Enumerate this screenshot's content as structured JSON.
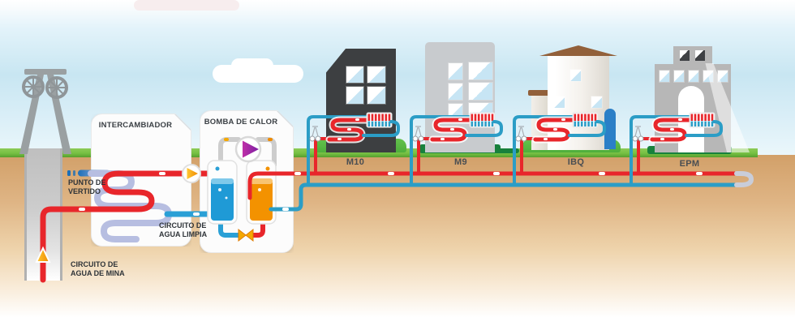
{
  "diagram_title": "Mine water geothermal district heating schematic",
  "labels": {
    "intercambiador": "INTERCAMBIADOR",
    "bomba_de_calor": "BOMBA DE CALOR",
    "punto_de_vertido_line1": "PUNTO DE",
    "punto_de_vertido_line2": "VERTIDO",
    "circuito_agua_limpia_line1": "CIRCUITO DE",
    "circuito_agua_limpia_line2": "AGUA LIMPIA",
    "circuito_agua_mina_line1": "CIRCUITO DE",
    "circuito_agua_mina_line2": "AGUA DE MINA"
  },
  "buildings": [
    {
      "id": "m10",
      "label": "M10"
    },
    {
      "id": "m9",
      "label": "M9"
    },
    {
      "id": "ibq",
      "label": "IBQ"
    },
    {
      "id": "epm",
      "label": "EPM"
    }
  ],
  "icons": {
    "mine_headframe": "mine-headframe-icon",
    "pump": "pump-icon",
    "compressor": "compressor-icon",
    "expansion_valve": "expansion-valve-icon",
    "flow_arrow_up": "arrow-up-icon",
    "radiator": "radiator-icon",
    "coil": "heating-coil-icon"
  },
  "colors": {
    "hot_pipe_red": "#e8262b",
    "cold_pipe_teal": "#2b9dc6",
    "clean_water_blue": "#2aa0d6",
    "discharge_periwinkle": "#b7bee1",
    "pump_orange": "#f5a800",
    "compressor_purple": "#9b2d93",
    "evaporator_blue": "#1f9ad6",
    "condenser_orange": "#f39200",
    "refrigerant_gray": "#cdcdcd",
    "grass_green": "#76c043",
    "platform_green": "#17813c",
    "earth_tan": "#d2a069",
    "building_dark": "#3d3f41",
    "building_gray": "#c8cbce",
    "roof_brown": "#92603a"
  }
}
